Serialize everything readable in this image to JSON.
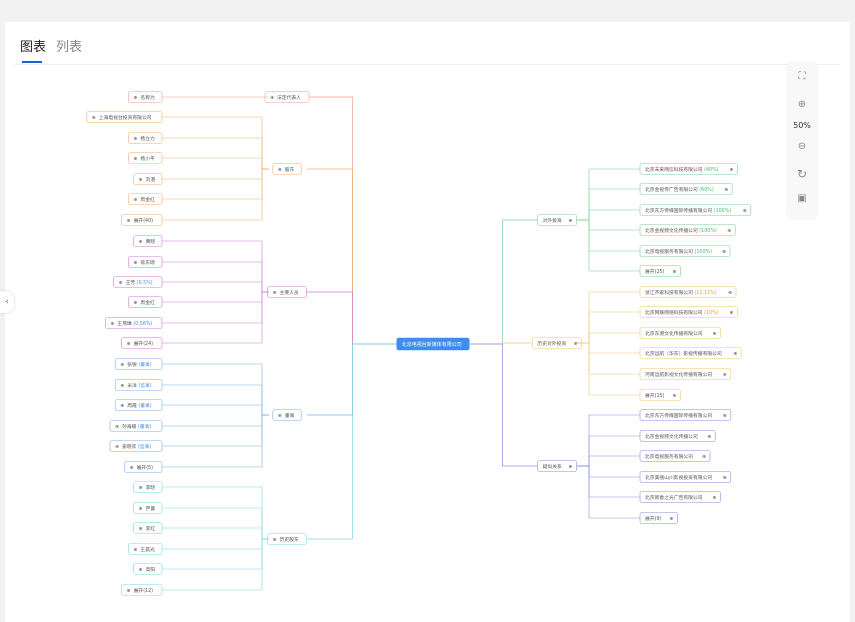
{
  "tabs": [
    {
      "label": "图表"
    },
    {
      "label": "列表"
    }
  ],
  "zoom": "50%",
  "root": "北京电视台新媒体有限公司",
  "left": [
    {
      "label": "法定代表人",
      "color": "#f0a090",
      "children": [
        {
          "t": "名称为",
          "h": ""
        }
      ]
    },
    {
      "label": "股东",
      "color": "#f0b070",
      "children": [
        {
          "t": "上海电视台投资有限公司",
          "h": ""
        },
        {
          "t": "杨立力",
          "h": ""
        },
        {
          "t": "杨小平",
          "h": ""
        },
        {
          "t": "刘湛",
          "h": ""
        },
        {
          "t": "周金红",
          "h": ""
        },
        {
          "t": "展开(40)",
          "h": ""
        }
      ]
    },
    {
      "label": "主要人员",
      "color": "#d07fd8",
      "children": [
        {
          "t": "黄晓",
          "h": ""
        },
        {
          "t": "蒋东硕",
          "h": ""
        },
        {
          "t": "王芳",
          "h": "(0.5%)"
        },
        {
          "t": "周金红",
          "h": ""
        },
        {
          "t": "王燕琳",
          "h": "(0.56%)"
        },
        {
          "t": "展开(24)",
          "h": ""
        }
      ]
    },
    {
      "label": "董事",
      "color": "#7fb0e8",
      "children": [
        {
          "t": "张锐",
          "h": "(董事)"
        },
        {
          "t": "米洋",
          "h": "(监事)"
        },
        {
          "t": "周霞",
          "h": "(董事)"
        },
        {
          "t": "孙海楠",
          "h": "(董事)"
        },
        {
          "t": "姜晓欢",
          "h": "(监事)"
        },
        {
          "t": "展开(5)",
          "h": ""
        }
      ]
    },
    {
      "label": "历史股东",
      "color": "#7fd8e0",
      "children": [
        {
          "t": "李晓",
          "h": ""
        },
        {
          "t": "芦曼",
          "h": ""
        },
        {
          "t": "李红",
          "h": ""
        },
        {
          "t": "王晨光",
          "h": ""
        },
        {
          "t": "高阳",
          "h": ""
        },
        {
          "t": "展开(12)",
          "h": ""
        }
      ]
    }
  ],
  "right": [
    {
      "label": "对外投资",
      "color": "#7fd09a",
      "children": [
        {
          "t": "北京未来网信科技有限公司",
          "h": "(40%)"
        },
        {
          "t": "北京金视传广告有限公司",
          "h": "(60%)"
        },
        {
          "t": "北京东方传媒国际传播有限公司",
          "h": "(100%)"
        },
        {
          "t": "北京金视频文化传播公司",
          "h": "(100%)"
        },
        {
          "t": "北京电视服务有限公司",
          "h": "(100%)"
        },
        {
          "t": "展开(25)",
          "h": ""
        }
      ]
    },
    {
      "label": "历史对外投资",
      "color": "#f0c870",
      "children": [
        {
          "t": "浙江齐家科技有限公司",
          "h": "(11.11%)"
        },
        {
          "t": "北京网联网络科技有限公司",
          "h": "(10%)"
        },
        {
          "t": "北京东港文化传播有限公司",
          "h": ""
        },
        {
          "t": "北京远航（华东）影视传播有限公司",
          "h": ""
        },
        {
          "t": "河南远航影视文化传播有限公司",
          "h": ""
        },
        {
          "t": "展开(15)",
          "h": ""
        }
      ]
    },
    {
      "label": "疑似关系",
      "color": "#8890e0",
      "children": [
        {
          "t": "北京东方传媒国际传播有限公司",
          "h": ""
        },
        {
          "t": "北京金视频文化传播公司",
          "h": ""
        },
        {
          "t": "北京电视服务有限公司",
          "h": ""
        },
        {
          "t": "北京美丽山川影视投资有限公司",
          "h": ""
        },
        {
          "t": "北京新春之光广告有限公司",
          "h": ""
        },
        {
          "t": "展开(9)",
          "h": ""
        }
      ]
    }
  ]
}
